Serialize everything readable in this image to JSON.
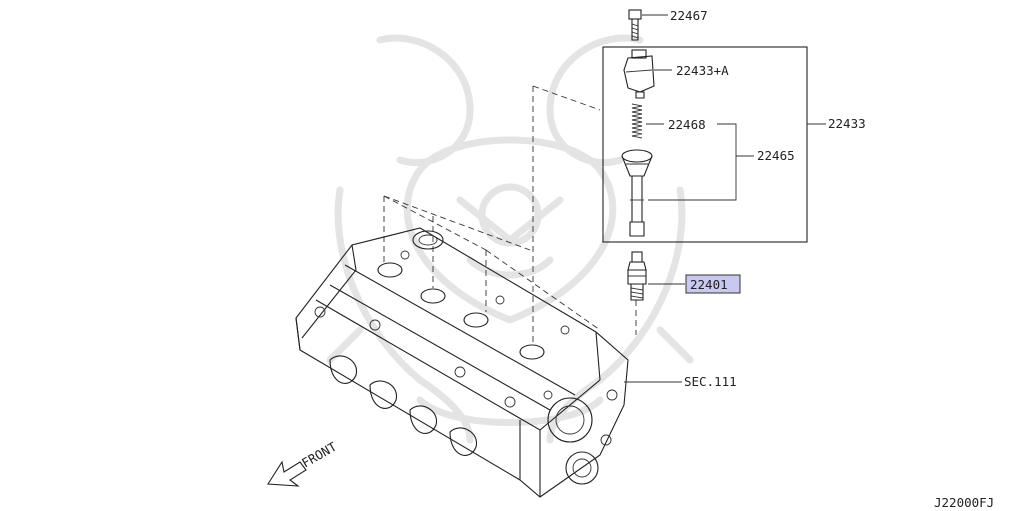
{
  "parts": {
    "bolt": "22467",
    "ignition_coil_assy": "22433+A",
    "spring": "22468",
    "boot_assy": "22465",
    "coil_group": "22433",
    "spark_plug": "22401",
    "cylinder_head_ref": "SEC.111"
  },
  "front_label": "FRONT",
  "diagram_code": "J22000FJ",
  "highlight_color": "#c8c8f0"
}
